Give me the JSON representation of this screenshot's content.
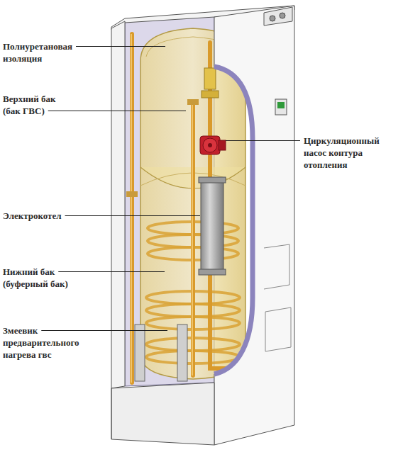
{
  "diagram": {
    "labels": [
      "Полиуретановая изоляция",
      "Верхний бак (бак ГВС)",
      "Циркуляционный насос контура отопления",
      "Электрокотел",
      "Нижний бак (буферный бак)",
      "Змеевик предварительного нагрева гвс"
    ]
  }
}
